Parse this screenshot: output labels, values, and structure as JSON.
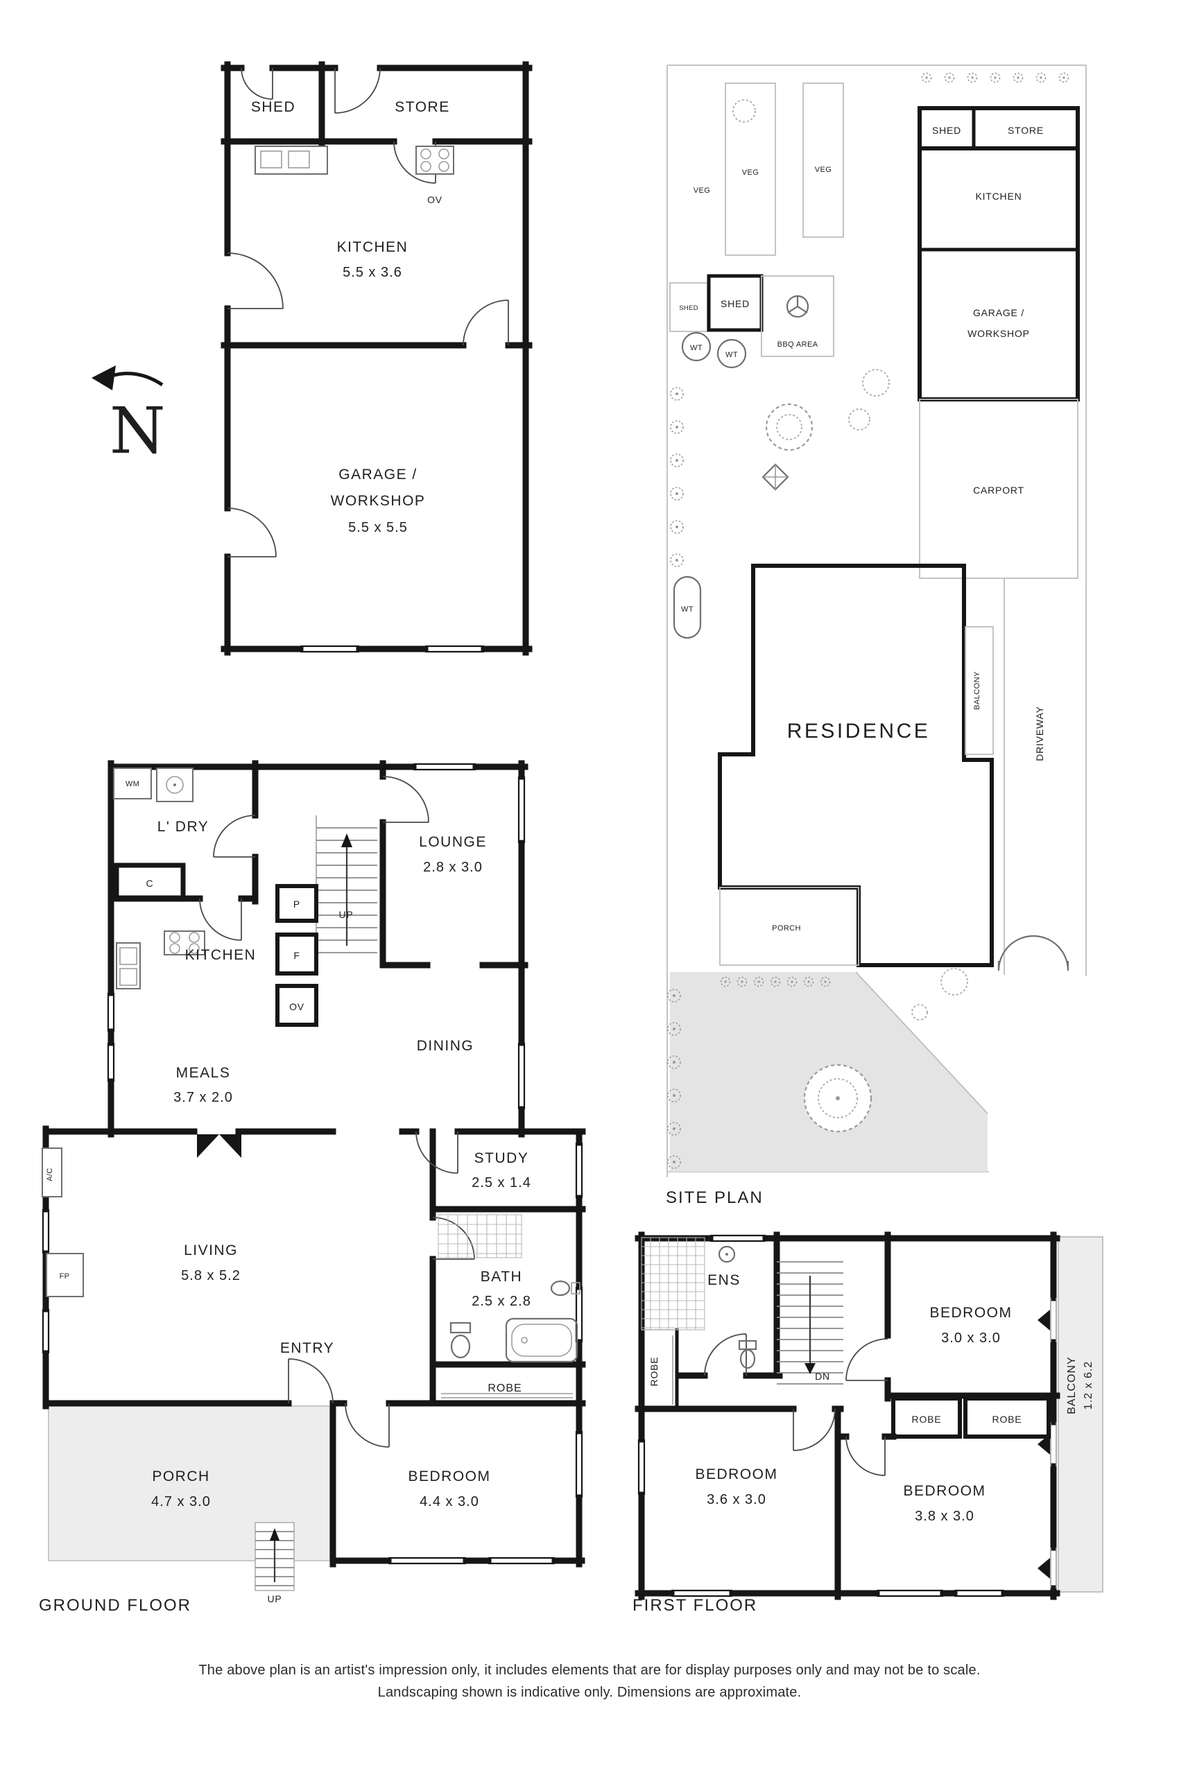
{
  "compass": {
    "n": "N"
  },
  "disclaimer": {
    "line1": "The above plan is an artist's impression only, it includes elements that are for display purposes only and may not be to scale.",
    "line2": "Landscaping shown is indicative only. Dimensions are approximate."
  },
  "plans": {
    "outbuilding": {
      "shed": "SHED",
      "store": "STORE",
      "kitchen": "KITCHEN",
      "kitchen_dim": "5.5 x 3.6",
      "ov": "OV",
      "garage1": "GARAGE /",
      "garage2": "WORKSHOP",
      "garage_dim": "5.5 x 5.5"
    },
    "site": {
      "title": "SITE PLAN",
      "veg1": "VEG",
      "veg2": "VEG",
      "veg3": "VEG",
      "shed_small": "SHED",
      "shed": "SHED",
      "bbq": "BBQ AREA",
      "wt1": "WT",
      "wt2": "WT",
      "wt3": "WT",
      "block_shed": "SHED",
      "block_store": "STORE",
      "block_kitchen": "KITCHEN",
      "block_garage1": "GARAGE /",
      "block_garage2": "WORKSHOP",
      "carport": "CARPORT",
      "driveway": "DRIVEWAY",
      "balcony": "BALCONY",
      "residence": "RESIDENCE",
      "porch": "PORCH"
    },
    "ground": {
      "title": "GROUND FLOOR",
      "wm": "WM",
      "ldry": "L' DRY",
      "c": "C",
      "kitchen": "KITCHEN",
      "p": "P",
      "f": "F",
      "ov": "OV",
      "up1": "UP",
      "lounge": "LOUNGE",
      "lounge_dim": "2.8 x 3.0",
      "dining": "DINING",
      "meals": "MEALS",
      "meals_dim": "3.7 x 2.0",
      "ac": "A/C",
      "fp": "FP",
      "living": "LIVING",
      "living_dim": "5.8 x 5.2",
      "study": "STUDY",
      "study_dim": "2.5 x 1.4",
      "bath": "BATH",
      "bath_dim": "2.5 x 2.8",
      "entry": "ENTRY",
      "robe": "ROBE",
      "porch": "PORCH",
      "porch_dim": "4.7 x 3.0",
      "bedroom": "BEDROOM",
      "bedroom_dim": "4.4 x 3.0",
      "up2": "UP"
    },
    "first": {
      "title": "FIRST FLOOR",
      "ens": "ENS",
      "robe_left": "ROBE",
      "dn": "DN",
      "bed1": "BEDROOM",
      "bed1_dim": "3.0 x 3.0",
      "robe1": "ROBE",
      "robe2": "ROBE",
      "bed2": "BEDROOM",
      "bed2_dim": "3.6 x 3.0",
      "bed3": "BEDROOM",
      "bed3_dim": "3.8 x 3.0",
      "balcony": "BALCONY",
      "balcony_dim": "1.2 x 6.2"
    }
  }
}
